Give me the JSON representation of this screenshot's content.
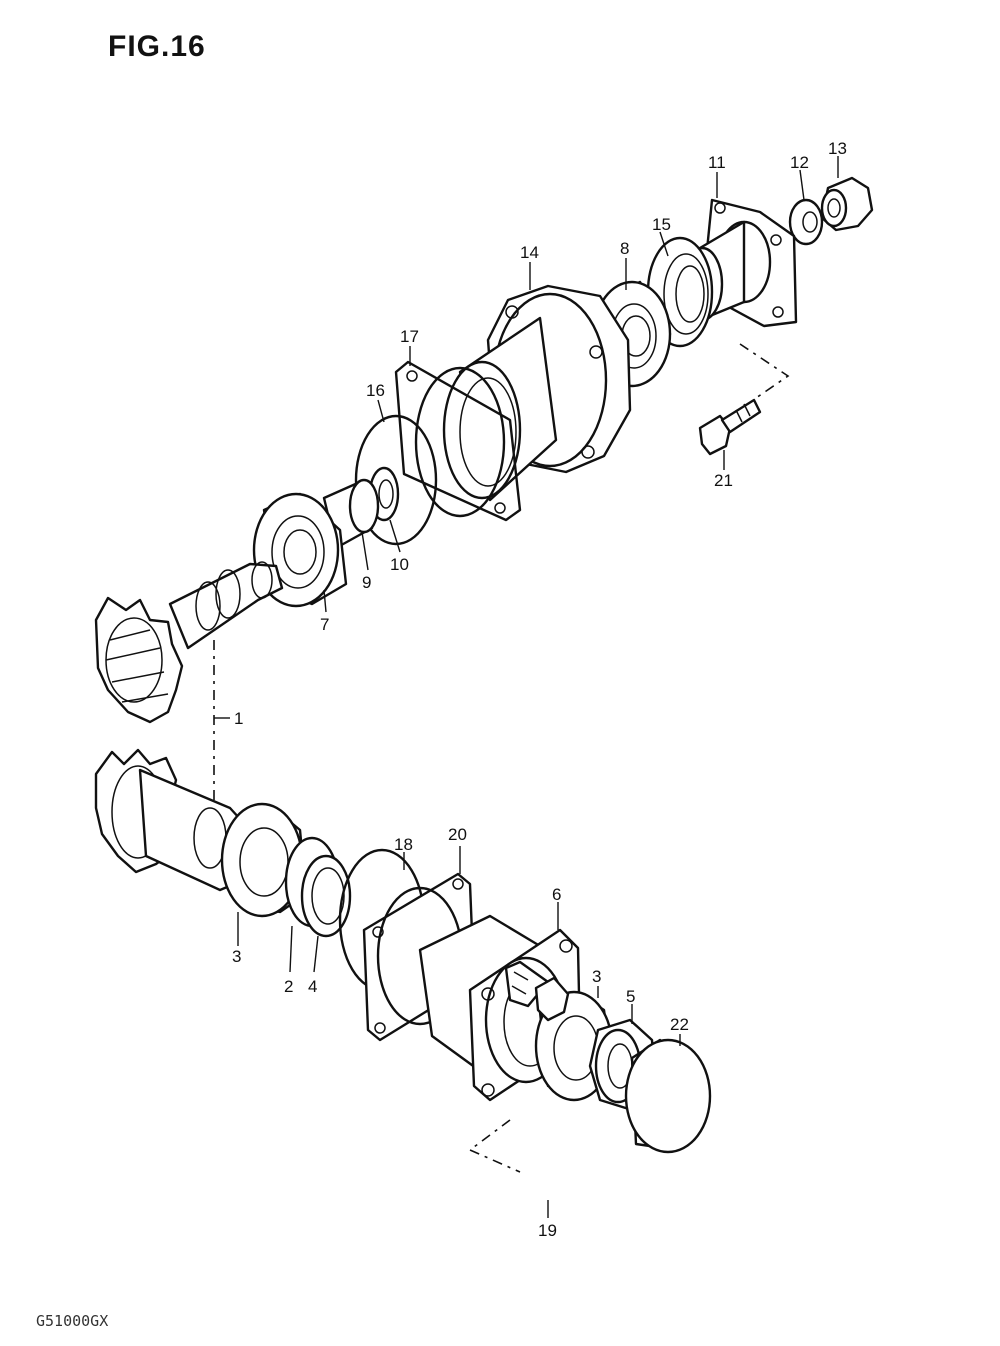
{
  "figure": {
    "title": "FIG.16",
    "code": "G51000GX"
  },
  "callouts": {
    "p1": "1",
    "p2": "2",
    "p3a": "3",
    "p3b": "3",
    "p4": "4",
    "p5": "5",
    "p6": "6",
    "p7": "7",
    "p8": "8",
    "p9": "9",
    "p10": "10",
    "p11": "11",
    "p12": "12",
    "p13": "13",
    "p14": "14",
    "p15": "15",
    "p16": "16",
    "p17": "17",
    "p18": "18",
    "p19": "19",
    "p20": "20",
    "p21": "21",
    "p22": "22"
  }
}
